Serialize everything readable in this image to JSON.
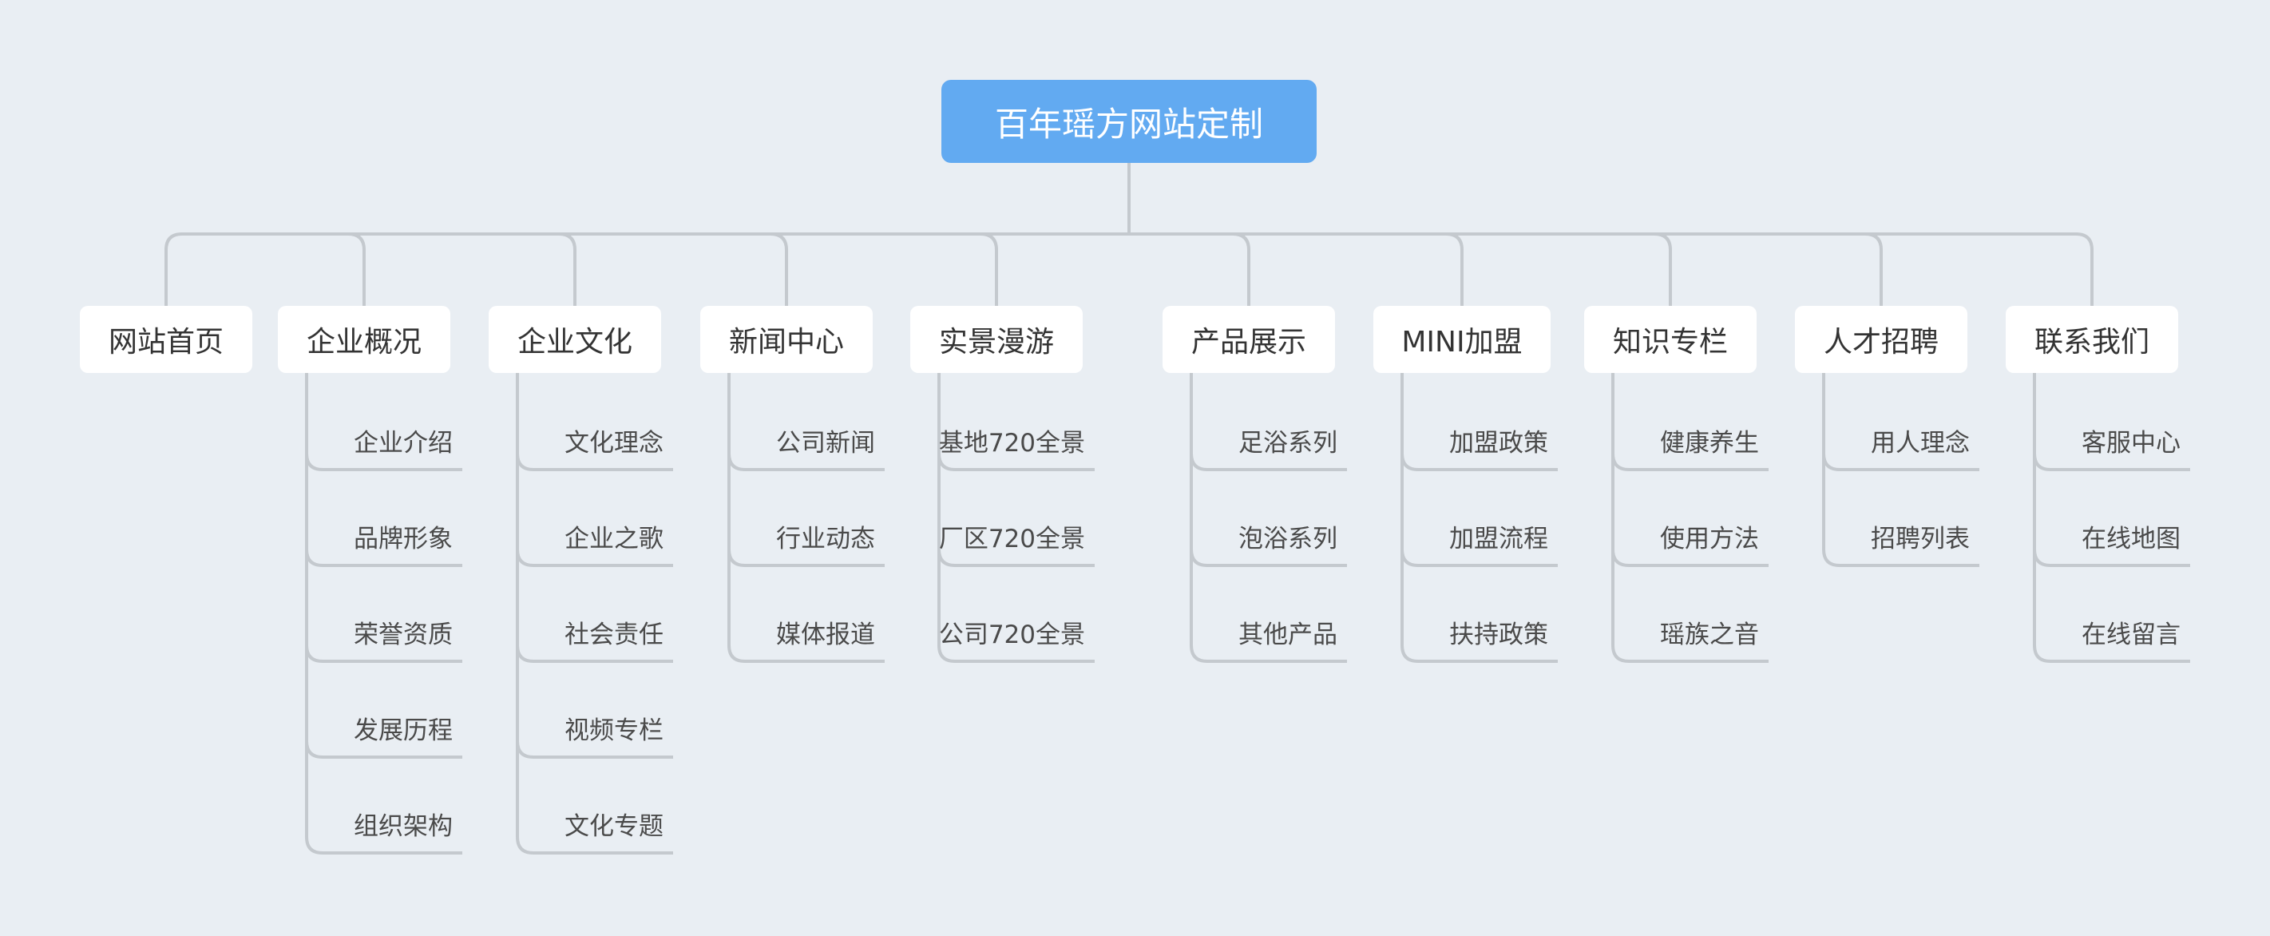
{
  "root": {
    "label": "百年瑶方网站定制"
  },
  "branches": [
    {
      "id": "home",
      "label": "网站首页",
      "children": []
    },
    {
      "id": "overview",
      "label": "企业概况",
      "children": [
        "企业介绍",
        "品牌形象",
        "荣誉资质",
        "发展历程",
        "组织架构"
      ]
    },
    {
      "id": "culture",
      "label": "企业文化",
      "children": [
        "文化理念",
        "企业之歌",
        "社会责任",
        "视频专栏",
        "文化专题"
      ]
    },
    {
      "id": "news",
      "label": "新闻中心",
      "children": [
        "公司新闻",
        "行业动态",
        "媒体报道"
      ]
    },
    {
      "id": "tour",
      "label": "实景漫游",
      "children": [
        "基地720全景",
        "厂区720全景",
        "公司720全景"
      ]
    },
    {
      "id": "products",
      "label": "产品展示",
      "children": [
        "足浴系列",
        "泡浴系列",
        "其他产品"
      ]
    },
    {
      "id": "franchise",
      "label": "MINI加盟",
      "children": [
        "加盟政策",
        "加盟流程",
        "扶持政策"
      ]
    },
    {
      "id": "knowledge",
      "label": "知识专栏",
      "children": [
        "健康养生",
        "使用方法",
        "瑶族之音"
      ]
    },
    {
      "id": "recruit",
      "label": "人才招聘",
      "children": [
        "用人理念",
        "招聘列表"
      ]
    },
    {
      "id": "contact",
      "label": "联系我们",
      "children": [
        "客服中心",
        "在线地图",
        "在线留言"
      ]
    }
  ],
  "colors": {
    "background": "#e9eef3",
    "root_fill": "#62aaf1",
    "node_fill": "#ffffff",
    "connector": "#c4c9ce"
  }
}
